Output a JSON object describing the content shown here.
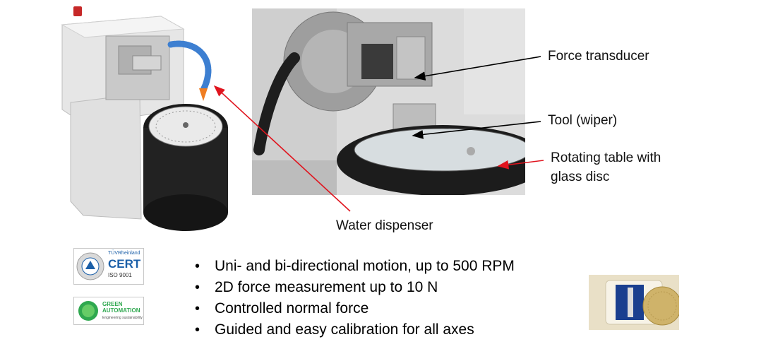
{
  "callouts": {
    "force_transducer": "Force transducer",
    "tool_wiper": "Tool (wiper)",
    "rotating_table_line1": "Rotating table with",
    "rotating_table_line2": "glass disc",
    "water_dispenser": "Water dispenser"
  },
  "features": [
    "Uni- and bi-directional motion, up to 500 RPM",
    "2D force measurement up to 10 N",
    "Controlled normal force",
    "Guided and easy calibration for all axes"
  ],
  "logos": {
    "tuv_brand": "TÜVRheinland",
    "cert_label": "CERT",
    "iso_label": "ISO 9001",
    "green_line1": "GREEN",
    "green_line2": "AUTOMATION",
    "green_tagline": "Engineering sustainability"
  },
  "colors": {
    "arrow_red": "#e0141e",
    "arrow_black": "#000000",
    "green_badge": "#2fa84f",
    "tuv_blue": "#1b5fa8"
  }
}
